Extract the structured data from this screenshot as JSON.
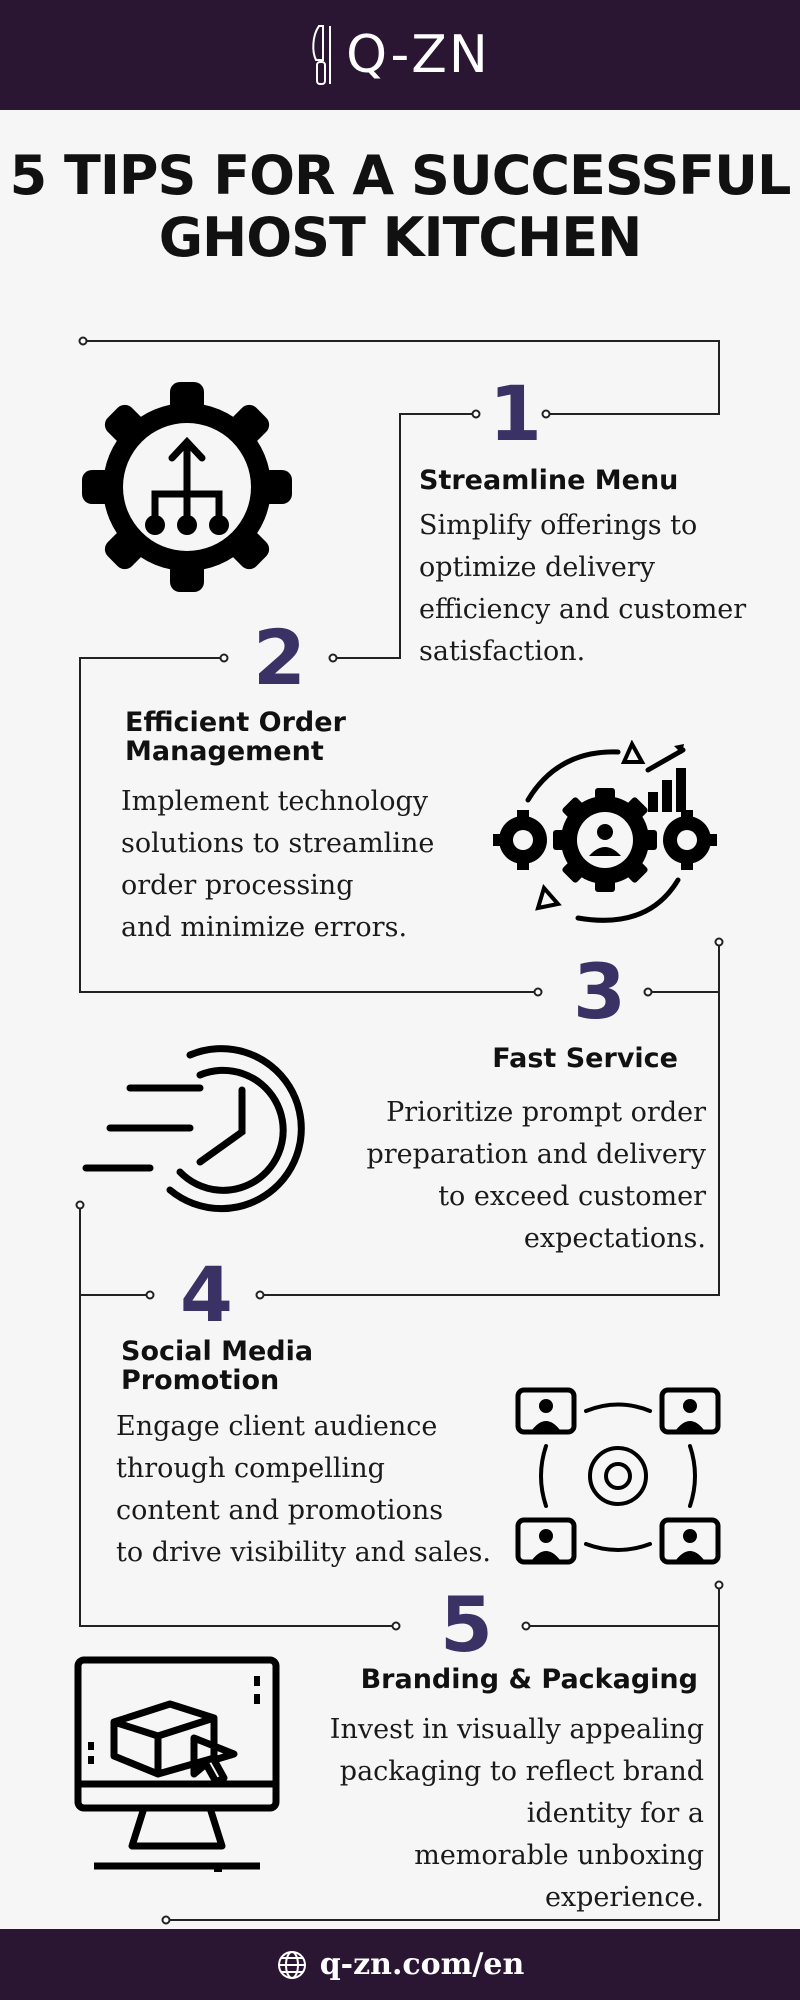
{
  "header": {
    "logo_text": "Q-ZN"
  },
  "title": {
    "line1": "5 TIPS FOR A SUCCESSFUL",
    "line2": "GHOST KITCHEN"
  },
  "tips": [
    {
      "number": "1",
      "heading": "Streamline Menu",
      "lines": [
        "Simplify offerings to",
        "optimize delivery",
        "efficiency and customer",
        "satisfaction."
      ]
    },
    {
      "number": "2",
      "heading_lines": [
        "Efficient Order",
        "Management"
      ],
      "lines": [
        "Implement technology",
        "solutions to streamline",
        "order processing",
        "and minimize errors."
      ]
    },
    {
      "number": "3",
      "heading": "Fast Service",
      "lines": [
        "Prioritize prompt order",
        "preparation and delivery",
        "to exceed customer",
        "expectations."
      ]
    },
    {
      "number": "4",
      "heading_lines": [
        "Social Media",
        "Promotion"
      ],
      "lines": [
        "Engage client audience",
        "through compelling",
        "content and promotions",
        "to drive visibility and sales."
      ]
    },
    {
      "number": "5",
      "heading": "Branding & Packaging",
      "lines": [
        "Invest in visually appealing",
        "packaging to reflect brand",
        "identity for a",
        "memorable unboxing",
        "experience."
      ]
    }
  ],
  "footer": {
    "url": "q-zn.com/en"
  },
  "icons": [
    "knife-icon",
    "gear-hierarchy-icon",
    "gears-cycle-icon",
    "fast-clock-icon",
    "social-network-icon",
    "computer-package-icon",
    "globe-icon"
  ],
  "colors": {
    "header_bg": "#2a1633",
    "number": "#3a3265",
    "page_bg": "#f6f6f7"
  }
}
